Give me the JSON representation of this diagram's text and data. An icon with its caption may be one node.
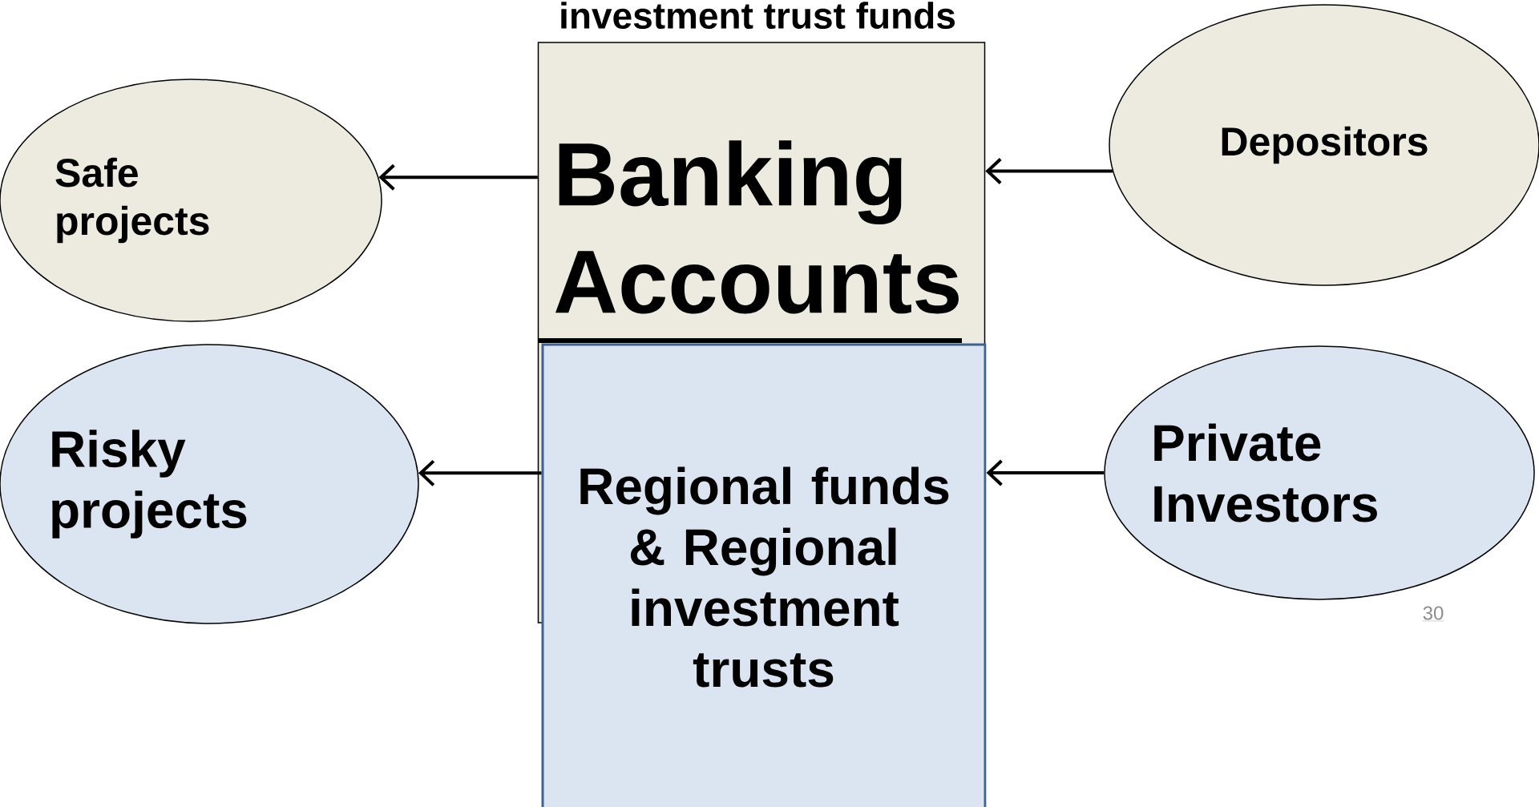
{
  "diagram": {
    "title": "investment trust funds",
    "nodes": [
      {
        "text": [
          "Safe projects"
        ]
      },
      {
        "text": [
          "Banking Accounts"
        ]
      },
      {
        "text": [
          "Depositors"
        ]
      },
      {
        "text": [
          "Risky projects"
        ]
      },
      {
        "text": [
          "Regional funds & Regional investment trusts"
        ]
      },
      {
        "text": [
          "Private Investors"
        ]
      }
    ],
    "edges": [
      {
        "from": 1,
        "to": 0,
        "arrow": "to"
      },
      {
        "from": 2,
        "to": 1,
        "arrow": "to"
      },
      {
        "from": 4,
        "to": 3,
        "arrow": "to"
      },
      {
        "from": 5,
        "to": 4,
        "arrow": "to"
      }
    ],
    "labels": [
      "30"
    ]
  }
}
